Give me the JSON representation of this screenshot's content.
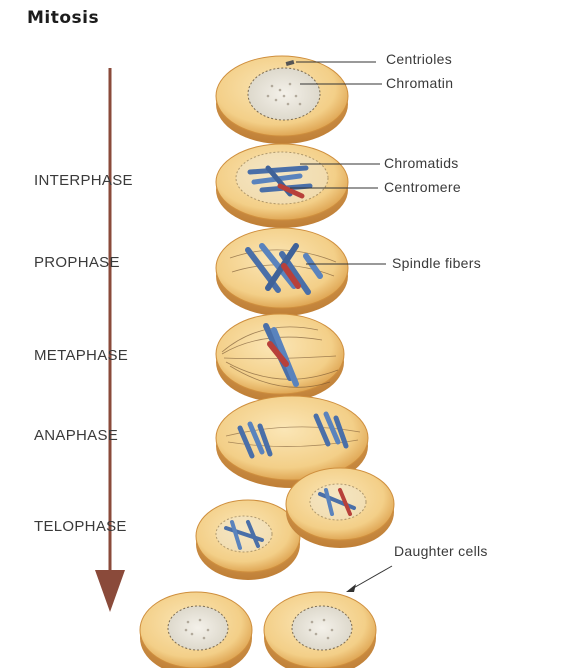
{
  "title": "Mitosis",
  "phases": [
    "INTERPHASE",
    "PROPHASE",
    "METAPHASE",
    "ANAPHASE",
    "TELOPHASE"
  ],
  "labels": {
    "centrioles": "Centrioles",
    "chromatin": "Chromatin",
    "chromatids": "Chromatids",
    "centromere": "Centromere",
    "spindle_fibers": "Spindle fibers",
    "daughter_cells": "Daughter cells"
  },
  "colors": {
    "cell_fill": "#f5d79a",
    "cell_edge": "#d99a45",
    "arrow": "#8a4a3a",
    "chromosome_blue": "#4a6fa8",
    "centromere_red": "#b8403a"
  }
}
